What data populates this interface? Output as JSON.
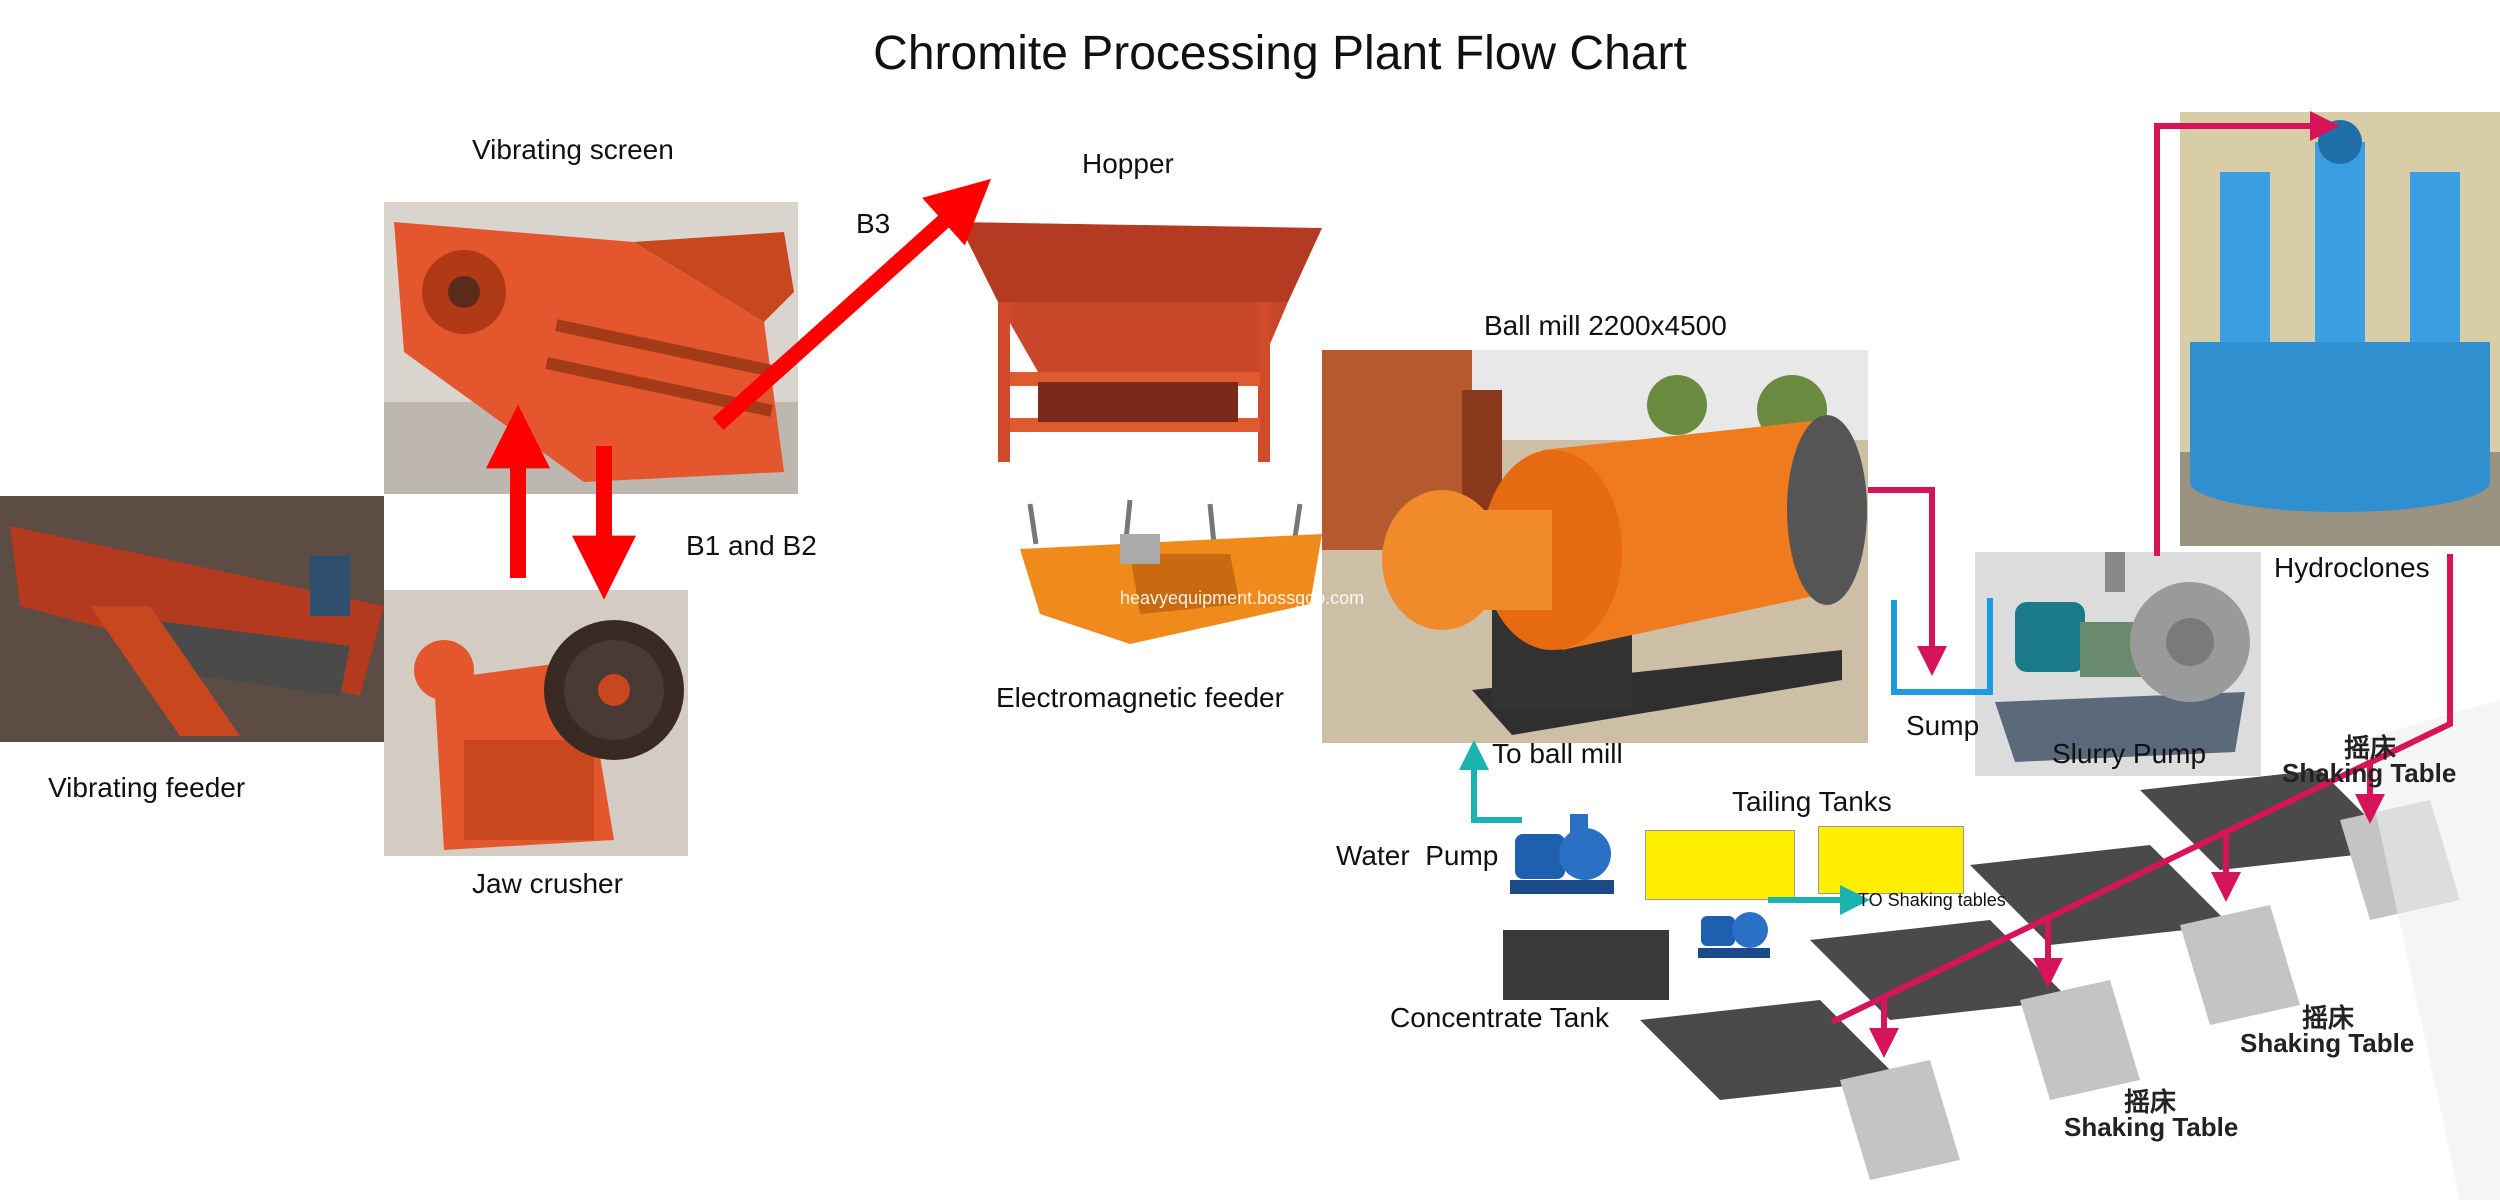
{
  "title": "Chromite Processing Plant Flow Chart",
  "labels": {
    "vibrating_screen": "Vibrating screen",
    "hopper": "Hopper",
    "b3": "B3",
    "ball_mill": "Ball mill 2200x4500",
    "b1_b2": "B1 and B2",
    "hydroclones": "Hydroclones",
    "vibrating_feeder": "Vibrating feeder",
    "electromagnetic_feeder": "Electromagnetic feeder",
    "sump": "Sump",
    "slurry_pump": "Slurry Pump",
    "to_ball_mill": "To ball mill",
    "tailing_tanks": "Tailing Tanks",
    "water_pump": "Water  Pump",
    "to_shaking_tables": "TO Shaking tables",
    "jaw_crusher": "Jaw crusher",
    "concentrate_tank": "Concentrate Tank",
    "watermark": "heavyequipment.bossgoo.com"
  },
  "shaking_table_labels": [
    {
      "cn": "摇床",
      "en": "Shaking Table"
    },
    {
      "cn": "摇床",
      "en": "Shaking Table"
    },
    {
      "cn": "摇床",
      "en": "Shaking Table"
    }
  ],
  "colors": {
    "machine_orange": "#e4572e",
    "mill_orange": "#f07a1e",
    "flow_red": "#ff0000",
    "pipe_magenta": "#d6145a",
    "water_teal": "#1ab3b0",
    "sump_blue": "#1e9be0",
    "tank_yellow": "#ffee00",
    "concentrate_dark": "#3a3a3a",
    "hydroclone_blue": "#2f8fcf"
  }
}
